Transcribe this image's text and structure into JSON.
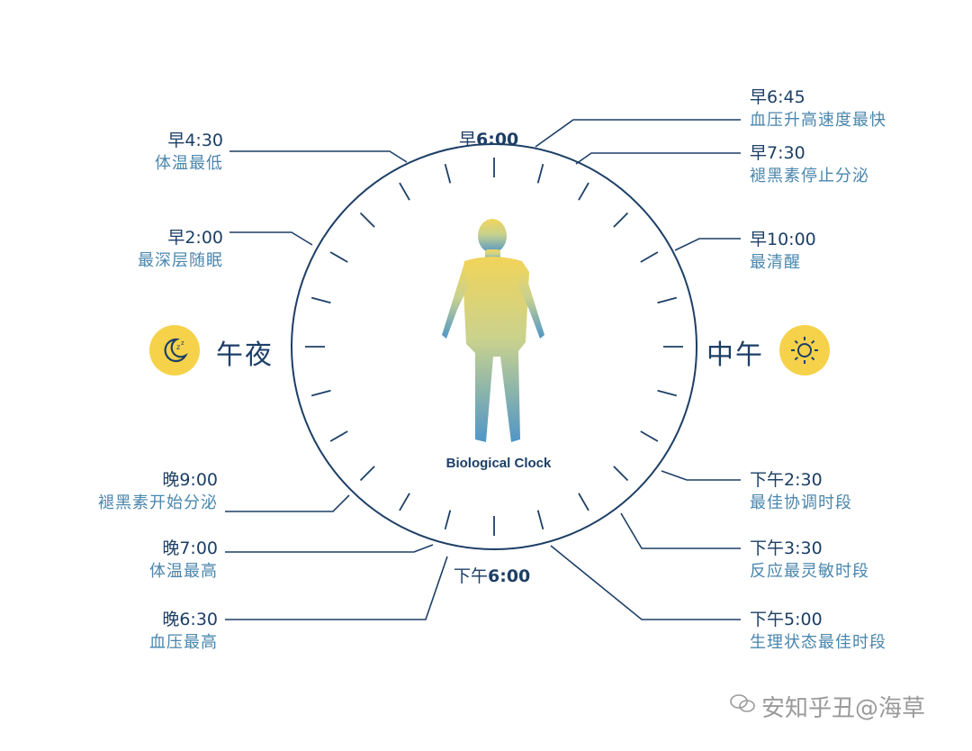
{
  "colors": {
    "line": "#1d3f66",
    "time_text": "#1d3f66",
    "desc_text": "#4a86ad",
    "badge_fill": "#f5d24a",
    "figure_top": "#f1d45a",
    "figure_bottom": "#4f96c8",
    "watermark": "#9a9a9a"
  },
  "clock": {
    "label": "Biological Clock",
    "top_marker_prefix": "早",
    "top_marker_time": "6:00",
    "bottom_marker_prefix": "下午",
    "bottom_marker_time": "6:00",
    "tick_count": 24
  },
  "sides": {
    "left_label": "午夜",
    "left_icon": "moon-sleep-icon",
    "right_label": "中午",
    "right_icon": "sun-icon"
  },
  "events": [
    {
      "id": "e0645",
      "time": "早6:45",
      "desc": "血压升高速度最快",
      "side": "right"
    },
    {
      "id": "e0730",
      "time": "早7:30",
      "desc": "褪黑素停止分泌",
      "side": "right"
    },
    {
      "id": "e1000",
      "time": "早10:00",
      "desc": "最清醒",
      "side": "right"
    },
    {
      "id": "e1430",
      "time": "下午2:30",
      "desc": "最佳协调时段",
      "side": "right"
    },
    {
      "id": "e1530",
      "time": "下午3:30",
      "desc": "反应最灵敏时段",
      "side": "right"
    },
    {
      "id": "e1700",
      "time": "下午5:00",
      "desc": "生理状态最佳时段",
      "side": "right"
    },
    {
      "id": "e0430",
      "time": "早4:30",
      "desc": "体温最低",
      "side": "left"
    },
    {
      "id": "e0200",
      "time": "早2:00",
      "desc": "最深层随眠",
      "side": "left"
    },
    {
      "id": "e2100",
      "time": "晚9:00",
      "desc": "褪黑素开始分泌",
      "side": "left"
    },
    {
      "id": "e1900",
      "time": "晚7:00",
      "desc": "体温最高",
      "side": "left"
    },
    {
      "id": "e1830",
      "time": "晚6:30",
      "desc": "血压最高",
      "side": "left"
    }
  ],
  "watermark": "安知乎丑@海草"
}
